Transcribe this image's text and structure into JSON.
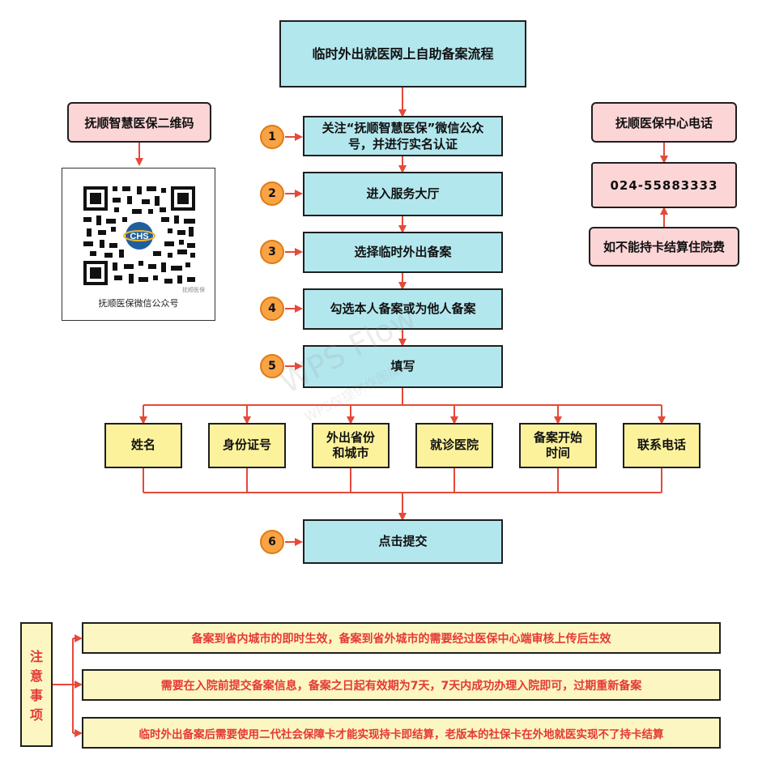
{
  "title": "临时外出就医网上自助备案流程",
  "steps": [
    {
      "num": "1",
      "label": "关注“抚顺智慧医保”微信公众号，并进行实名认证",
      "line1": "关注“抚顺智慧医保”微信公众",
      "line2": "号，并进行实名认证"
    },
    {
      "num": "2",
      "label": "进入服务大厅"
    },
    {
      "num": "3",
      "label": "选择临时外出备案"
    },
    {
      "num": "4",
      "label": "勾选本人备案或为他人备案"
    },
    {
      "num": "5",
      "label": "填写"
    },
    {
      "num": "6",
      "label": "点击提交"
    }
  ],
  "fields": [
    {
      "line1": "姓名",
      "line2": ""
    },
    {
      "line1": "身份证号",
      "line2": ""
    },
    {
      "line1": "外出省份",
      "line2": "和城市"
    },
    {
      "line1": "就诊医院",
      "line2": ""
    },
    {
      "line1": "备案开始",
      "line2": "时间"
    },
    {
      "line1": "联系电话",
      "line2": ""
    }
  ],
  "qr": {
    "heading": "抚顺智慧医保二维码",
    "caption": "抚顺医保微信公众号",
    "logo_text": "CHS",
    "corner_text": "抚顺医保"
  },
  "phone": {
    "heading": "抚顺医保中心电话",
    "number": "024-55883333",
    "condition": "如不能持卡结算住院费"
  },
  "notes": {
    "label_chars": [
      "注",
      "意",
      "事",
      "项"
    ],
    "items": [
      "备案到省内城市的即时生效，备案到省外城市的需要经过医保中心端审核上传后生效",
      "需要在入院前提交备案信息，备案之日起有效期为7天，7天内成功办理入院即可，过期重新备案",
      "临时外出备案后需要使用二代社会保障卡才能实现持卡即结算，老版本的社保卡在外地就医实现不了持卡结算"
    ]
  },
  "watermark": {
    "main": "WPS Flow",
    "sub": "WPS仅提供作图能力"
  },
  "colors": {
    "process_fill": "#b3e7ee",
    "field_fill": "#fbf29b",
    "side_fill": "#fcd5d6",
    "badge_fill": "#f8a345",
    "note_fill": "#fcf7c2",
    "arrow": "#e5493a",
    "note_text": "#e53935"
  }
}
